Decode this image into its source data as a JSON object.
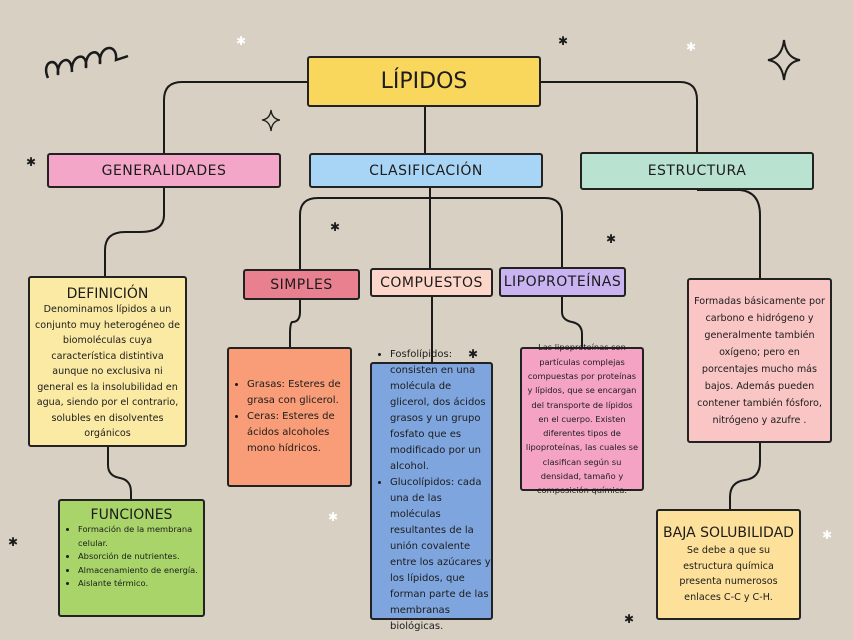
{
  "title": "LÍPIDOS",
  "colors": {
    "background": "#d9d0c4",
    "lipidos": "#f9d65c",
    "generalidades": "#f3a6c8",
    "clasificacion": "#a8d4f5",
    "estructura": "#b9e3d0",
    "simples": "#e98090",
    "compuestos": "#fcd6c8",
    "lipoproteinas": "#c9b3f0",
    "definicion": "#fbeaa4",
    "funciones": "#a8d46a",
    "simples_box": "#f99c78",
    "compuestos_box": "#7fa5de",
    "lipoproteinas_box": "#f5a3c5",
    "estructura_box": "#f9c5c5",
    "baja_solubilidad": "#fde19a"
  },
  "branches": {
    "generalidades": "GENERALIDADES",
    "clasificacion": "CLASIFICACIÓN",
    "estructura": "ESTRUCTURA"
  },
  "definicion": {
    "title": "DEFINICIÓN",
    "text": "Denominamos lípidos a un conjunto muy heterogéneo de biomoléculas cuya característica distintiva aunque no exclusiva ni general es la insolubilidad en agua, siendo por el contrario, solubles en disolventes orgánicos"
  },
  "funciones": {
    "title": "FUNCIONES",
    "items": [
      "Formación de la membrana celular.",
      "Absorción de nutrientes.",
      "Almacenamiento de energía.",
      "Aislante térmico."
    ]
  },
  "clasificacion": {
    "simples": {
      "title": "SIMPLES",
      "items": [
        "Grasas: Esteres de grasa con glicerol.",
        "Ceras: Esteres de ácidos alcoholes mono hídricos."
      ]
    },
    "compuestos": {
      "title": "COMPUESTOS",
      "items": [
        "Fosfolípidos: consisten en una molécula de glicerol, dos ácidos grasos y un grupo fosfato que es modificado por un alcohol.",
        "Glucolípidos: cada una de las moléculas resultantes de la unión covalente entre los azúcares y los lípidos, que forman parte de las membranas biológicas."
      ]
    },
    "lipoproteinas": {
      "title": "LIPOPROTEÍNAS",
      "text": "Las lipoproteínas son partículas complejas compuestas por proteínas y lípidos, que se encargan del transporte de lípidos en el cuerpo. Existen diferentes tipos de lipoproteínas, las cuales se clasifican según su densidad, tamaño y composición química."
    }
  },
  "estructura": {
    "text": "Formadas básicamente por carbono e hidrógeno y generalmente también oxígeno; pero en porcentajes mucho más bajos. Además pueden contener también fósforo, nitrógeno y azufre .",
    "baja_solubilidad": {
      "title": "BAJA SOLUBILIDAD",
      "text": "Se debe a que su estructura química presenta numerosos enlaces C-C y C-H."
    }
  }
}
